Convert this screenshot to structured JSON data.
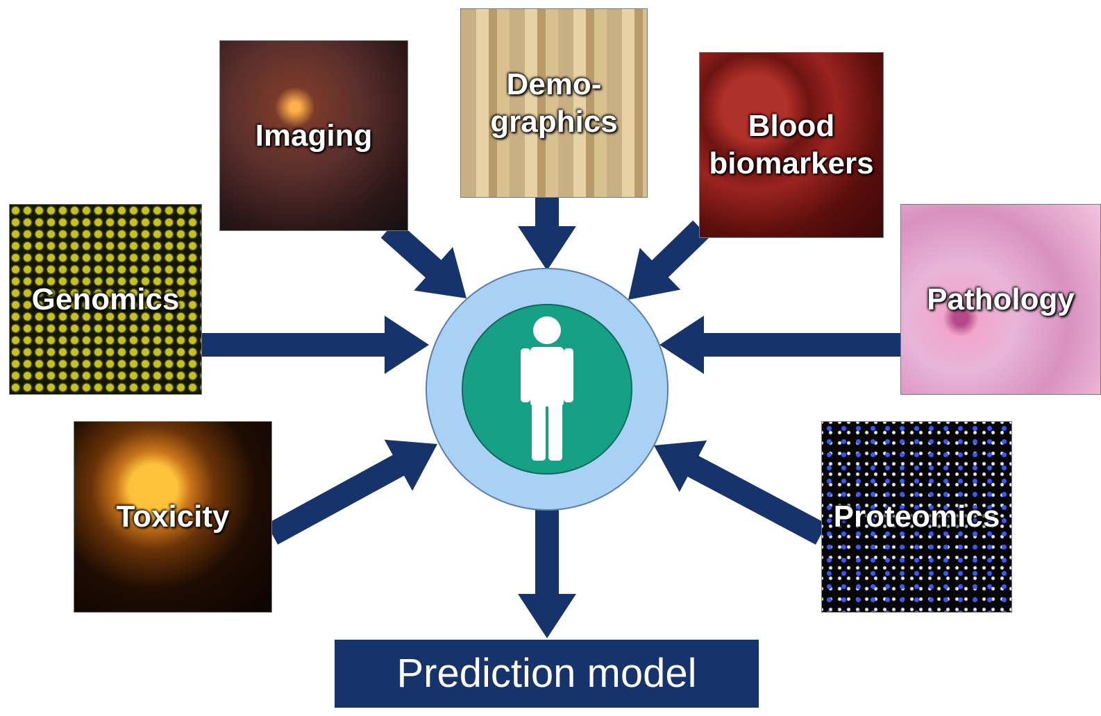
{
  "colors": {
    "arrow": "#17336b",
    "outer_circle": "#a9d0f5",
    "inner_circle": "#16a085",
    "figure": "#ffffff"
  },
  "sources": [
    {
      "id": "imaging",
      "label": "Imaging"
    },
    {
      "id": "demographics",
      "label": "Demo-\ngraphics"
    },
    {
      "id": "blood",
      "label": "Blood\nbiomarkers"
    },
    {
      "id": "genomics",
      "label": "Genomics"
    },
    {
      "id": "pathology",
      "label": "Pathology"
    },
    {
      "id": "toxicity",
      "label": "Toxicity"
    },
    {
      "id": "proteomics",
      "label": "Proteomics"
    }
  ],
  "center": {
    "icon": "person-icon"
  },
  "output": {
    "label": "Prediction model"
  }
}
